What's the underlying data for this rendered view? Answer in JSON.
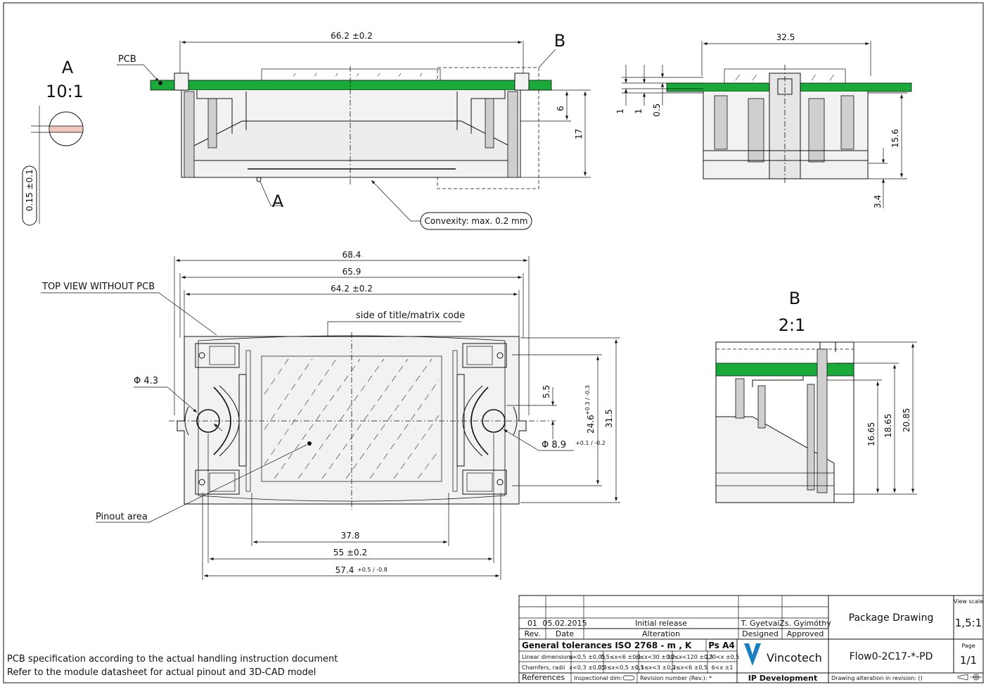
{
  "drawing": {
    "view_a_label": "A",
    "view_a_scale": "10:1",
    "view_a_dim": "0.15 ±0.1",
    "view_b_label": "B",
    "view_b_scale": "2:1",
    "section_marker_b": "B",
    "detail_marker_a": "A",
    "pcb_label": "PCB",
    "convexity_note": "Convexity: max. 0.2 mm",
    "top_view_label": "TOP VIEW WITHOUT PCB",
    "title_side_label": "side of title/matrix code",
    "pinout_label": "Pinout area",
    "hole_dia": "Φ 4.3",
    "hole_dia_small": "Φ 8.9",
    "hole_dia_small_tol": "+0.1 / -0.2"
  },
  "dims_front": {
    "width": "66.2 ±0.2",
    "h6": "6",
    "h17": "17"
  },
  "dims_side": {
    "width": "32.5",
    "t1a": "1",
    "t1b": "1",
    "t05": "0.5",
    "h156": "15.6",
    "h34": "3.4"
  },
  "dims_top": {
    "w684": "68.4",
    "w659": "65.9",
    "w642": "64.2 ±0.2",
    "b378": "37.8",
    "b55": "55 ±0.2",
    "b574": "57.4",
    "b574_tol": "+0.5 / -0.8",
    "v55": "5.5",
    "v246": "24.6",
    "v246_tol": "+0.3 / -0.3",
    "v315": "31.5"
  },
  "dims_b": {
    "h1665": "16.65",
    "h1865": "18.65",
    "h2085": "20.85"
  },
  "notes": {
    "line1": "PCB specification according to the actual handling instruction document",
    "line2": "Refer to the module datasheet for actual pinout and 3D-CAD model"
  },
  "title_block": {
    "rev_no": "01",
    "rev_date": "05.02.2015",
    "rev_alteration": "Initial release",
    "designer": "T. Gyetvai",
    "approver": "Zs. Gyimóthy",
    "col_rev": "Rev.",
    "col_date": "Date",
    "col_alteration": "Alteration",
    "col_designed": "Designed",
    "col_approved": "Approved",
    "gen_tol": "General tolerances ISO 2768 - m , K",
    "paper": "Ps A4",
    "lin_dims": "Linear dimensions",
    "lin_1": "x<0,5 ±0,05",
    "lin_2": "0,5≤x<6 ±0,1",
    "lin_3": "6≤x<30 ±0,2",
    "lin_4": "30≤x<120 ±0,3",
    "lin_5": "120<x ±0,5",
    "chamfers": "Chamfers, radii",
    "ch_1": "x<0,3 ±0,05",
    "ch_2": "0,3≤x<0,5 ±0,1",
    "ch_3": "0,5≤x<3 ±0,2",
    "ch_4": "3≤x<6 ±0,5",
    "ch_5": "6<x ±1",
    "references": "References",
    "insp_dim": "Inspectional dim:",
    "rev_number": "Revision number (Rev.): *",
    "company": "Vincotech",
    "department": "IP Development",
    "title": "Package Drawing",
    "doc_no": "Flow0-2C17-*-PD",
    "alteration_note": "Drawing alteration in revision: ()",
    "view_scale_label": "View scale",
    "view_scale": "1,5:1",
    "page_label": "Page",
    "page": "1/1"
  }
}
